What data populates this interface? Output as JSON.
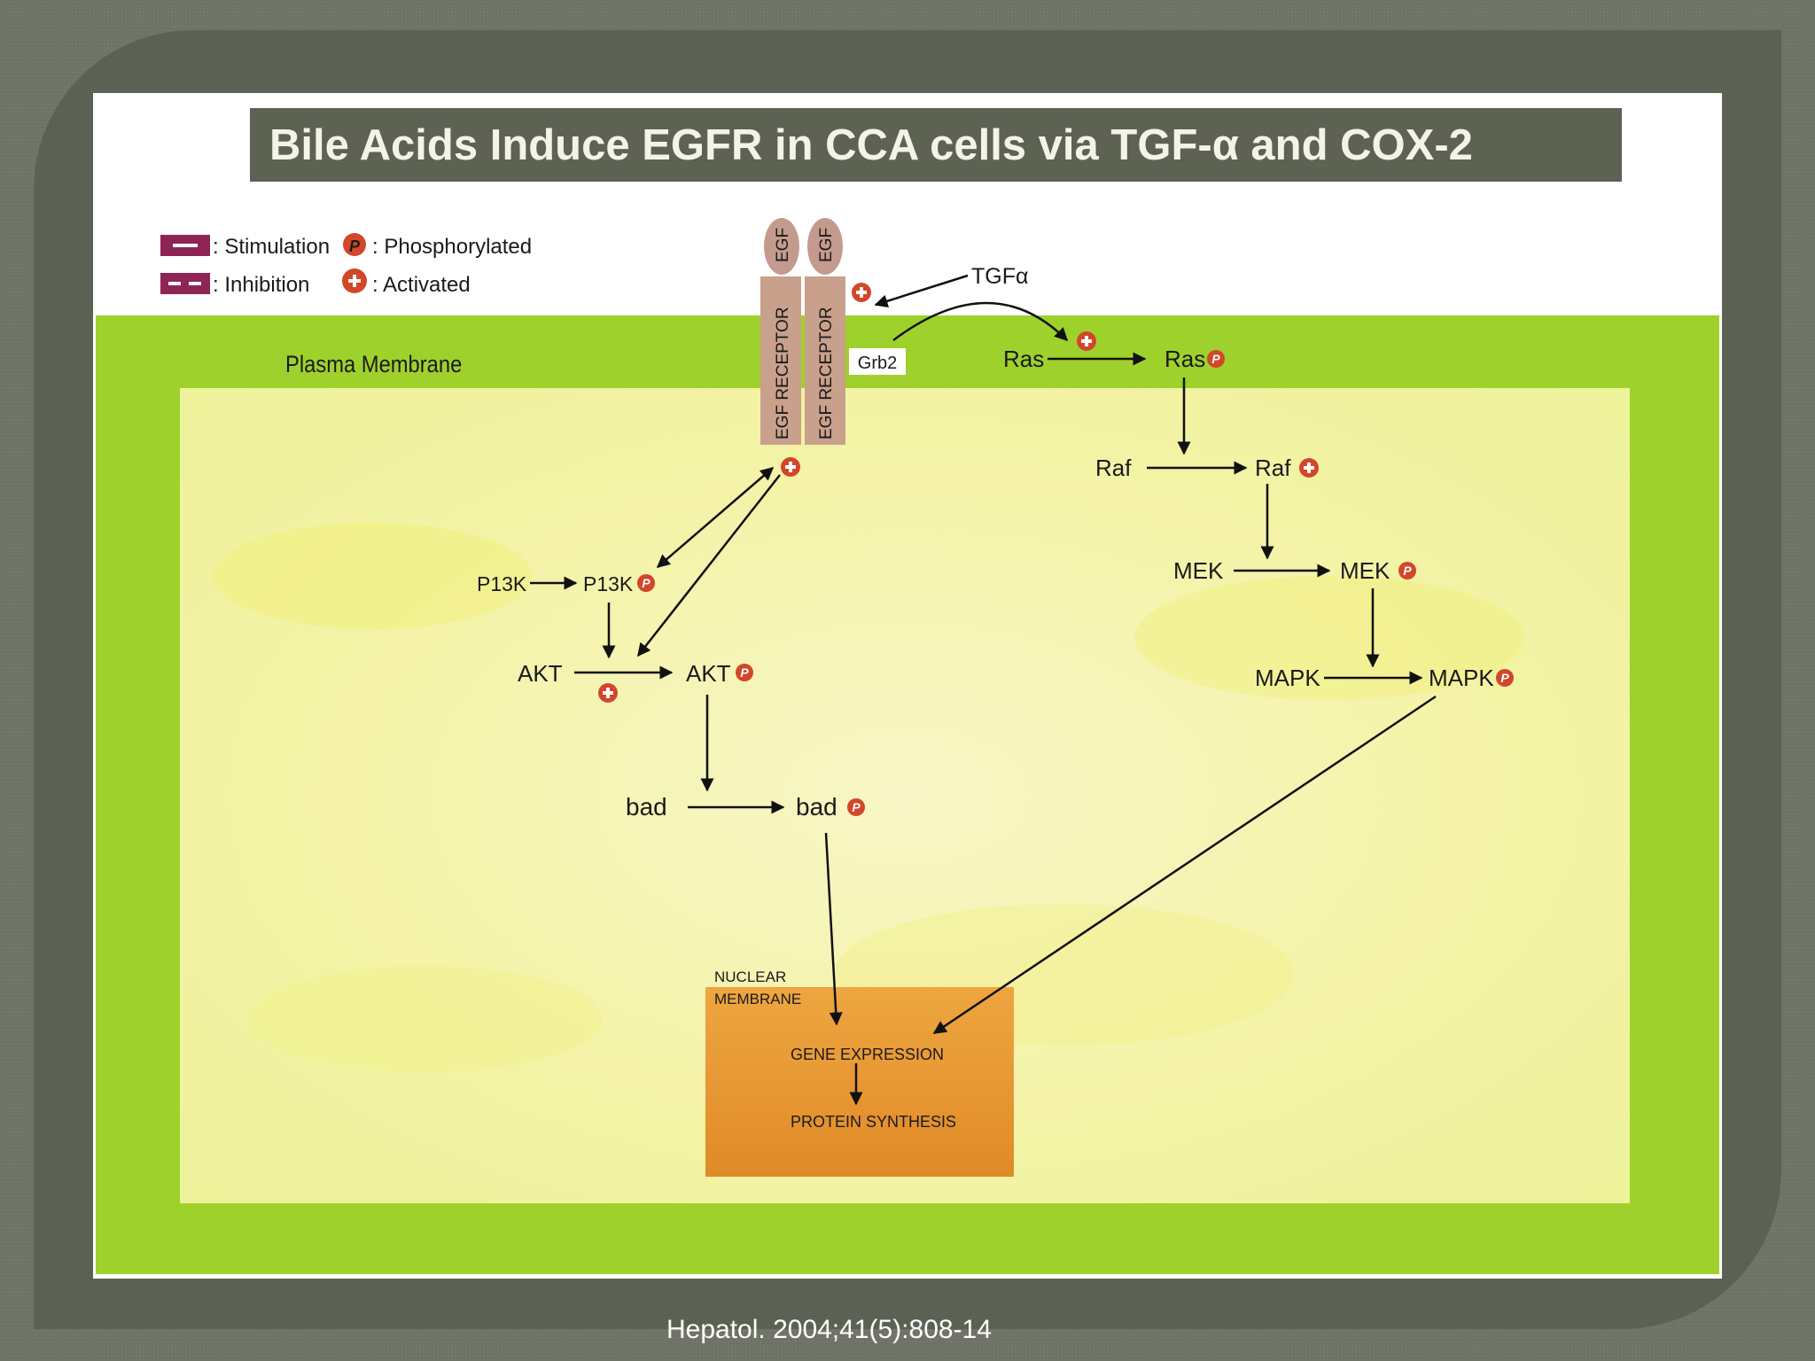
{
  "title": "Bile Acids Induce EGFR in CCA cells via  TGF-α and COX-2",
  "citation": "Hepatol. 2004;41(5):808-14",
  "legend": {
    "stimulation": ": Stimulation",
    "phosphorylated": ": Phosphorylated",
    "inhibition": ": Inhibition",
    "activated": ": Activated"
  },
  "labels": {
    "plasma_membrane": "Plasma Membrane",
    "egf": "EGF",
    "egf_receptor": "EGF RECEPTOR",
    "grb2": "Grb2",
    "tgf_alpha": "TGFα",
    "ras": "Ras",
    "raf": "Raf",
    "mek": "MEK",
    "mapk": "MAPK",
    "p13k": "P13K",
    "akt": "AKT",
    "bad": "bad",
    "nuclear_membrane_1": "NUCLEAR",
    "nuclear_membrane_2": "MEMBRANE",
    "gene_expression": "GENE EXPRESSION",
    "protein_synthesis": "PROTEIN SYNTHESIS"
  },
  "symbols": {
    "phosphorylated": "P",
    "activated": "+"
  },
  "colors": {
    "frame": "#5c6253",
    "title_bar": "#5d6253",
    "membrane_green": "#9fd12c",
    "cytoplasm": "#f6f4b2",
    "nucleus": "#e8962e",
    "legend_magenta": "#8e2456",
    "marker_red": "#d2462a",
    "receptor": "#c9a08c"
  }
}
